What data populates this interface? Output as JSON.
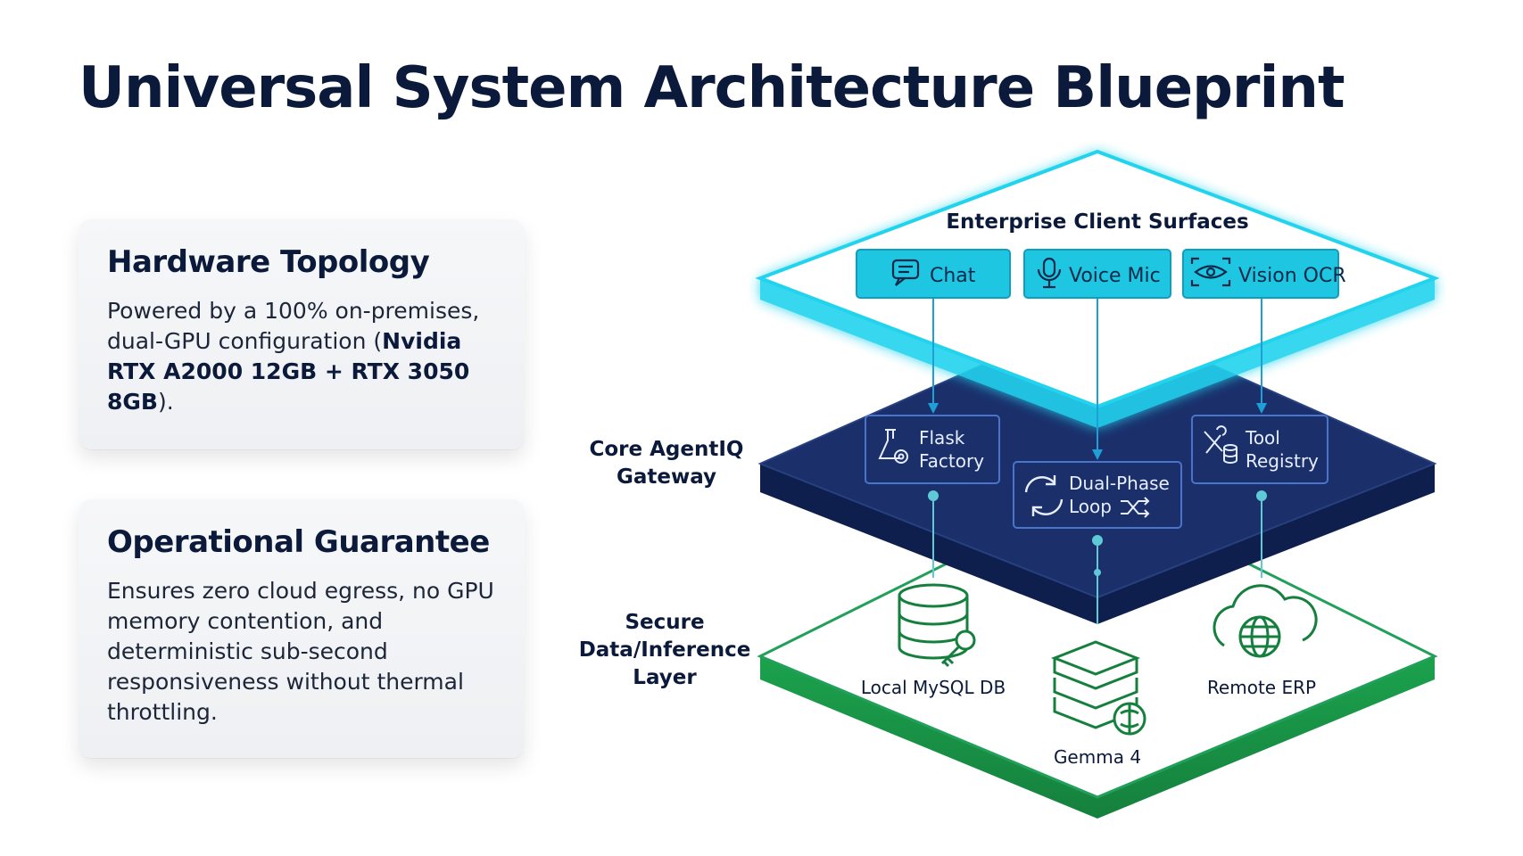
{
  "title": "Universal System Architecture Blueprint",
  "cards": {
    "hardware": {
      "title": "Hardware Topology",
      "body_pre": "Powered by a 100% on-premises, dual-GPU configuration (",
      "body_bold": "Nvidia RTX A2000 12GB + RTX 3050 8GB",
      "body_post": ")."
    },
    "operational": {
      "title": "Operational Guarantee",
      "body": "Ensures zero cloud egress, no GPU memory contention, and deterministic sub-second responsiveness without thermal throttling."
    }
  },
  "layers": {
    "client": {
      "title": "Enterprise Client Surfaces",
      "items": [
        {
          "label": "Chat",
          "icon": "chat-icon"
        },
        {
          "label": "Voice Mic",
          "icon": "microphone-icon"
        },
        {
          "label": "Vision OCR",
          "icon": "eye-icon"
        }
      ]
    },
    "gateway": {
      "label_line1": "Core AgentIQ",
      "label_line2": "Gateway",
      "items": [
        {
          "line1": "Flask",
          "line2": "Factory",
          "icon": "flask-gear-icon"
        },
        {
          "line1": "Dual-Phase",
          "line2": "Loop",
          "icon": "refresh-cycle-icon"
        },
        {
          "line1": "Tool",
          "line2": "Registry",
          "icon": "tools-database-icon"
        }
      ]
    },
    "data": {
      "label_line1": "Secure",
      "label_line2": "Data/Inference",
      "label_line3": "Layer",
      "items": [
        {
          "label": "Local MySQL DB",
          "icon": "database-key-icon"
        },
        {
          "label": "Gemma 4",
          "icon": "server-brain-icon"
        },
        {
          "label": "Remote ERP",
          "icon": "cloud-globe-icon"
        }
      ]
    }
  },
  "colors": {
    "navy": "#0b1a3b",
    "cyan": "#22d3ee",
    "gateway_navy": "#1b2f6b",
    "green": "#16a34a"
  }
}
